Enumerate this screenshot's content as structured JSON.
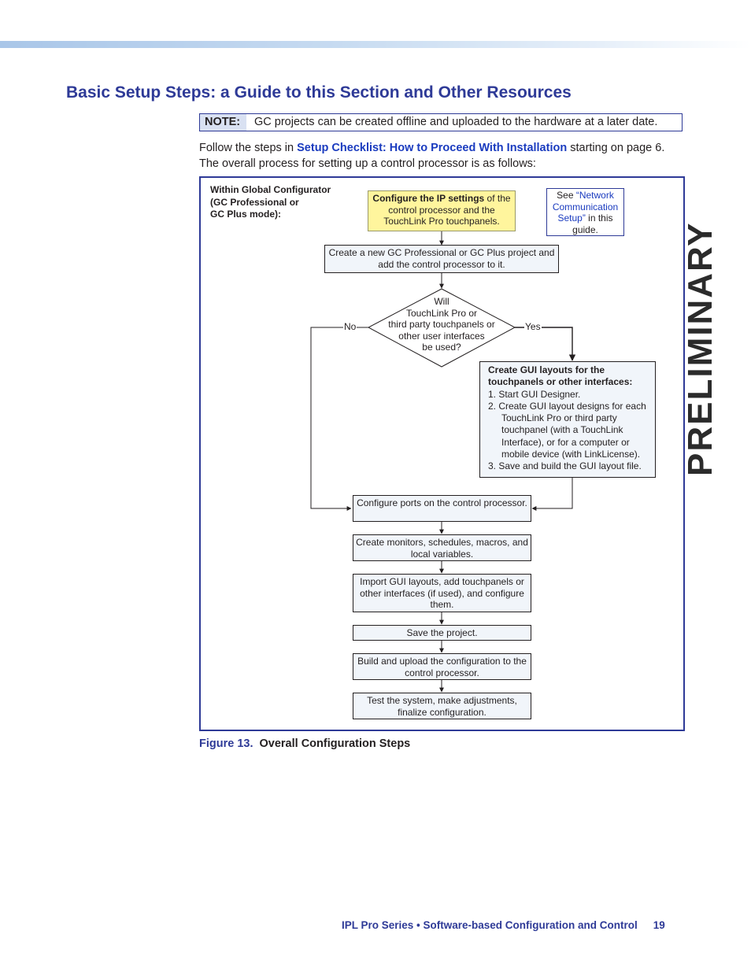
{
  "page": {
    "title": "Basic Setup Steps: a Guide to this Section and Other Resources",
    "note_label": "NOTE:",
    "note_text": "GC projects can be created offline and uploaded to the hardware at a later date.",
    "intro_pre": "Follow the steps in ",
    "intro_link": "Setup Checklist: How to Proceed With Installation",
    "intro_post": " starting on page 6. The overall process for setting up a control processor is as follows:",
    "figure_number": "Figure 13.",
    "figure_caption": "Overall Configuration Steps",
    "footer_text": "IPL Pro Series • Software-based Configuration and Control",
    "page_number": "19",
    "watermark": "PRELIMINARY"
  },
  "flowchart": {
    "gc_label": [
      "Within Global Configurator",
      "(GC Professional or",
      "GC Plus mode):"
    ],
    "ip_settings_bold": "Configure the IP settings",
    "ip_settings_rest": " of the control processor and the TouchLink Pro touchpanels.",
    "see_pre": "See ",
    "see_link": "“Network Communication Setup”",
    "see_post": " in this guide.",
    "create_project": "Create a new GC Professional or GC Plus project and add the control processor to it.",
    "decision": [
      "Will",
      "TouchLink Pro or",
      "third party touchpanels or",
      "other user interfaces",
      "be used?"
    ],
    "no_label": "No",
    "yes_label": "Yes",
    "gui_heading": "Create GUI layouts for the touchpanels or other interfaces:",
    "gui_steps": [
      "1.  Start GUI Designer.",
      "2.  Create GUI layout designs for each TouchLink Pro or third party touchpanel (with a TouchLink Interface), or for a computer or mobile device (with LinkLicense).",
      "3.  Save and build the GUI layout file."
    ],
    "steps": [
      "Configure ports on the control processor.",
      "Create monitors, schedules, macros, and local variables.",
      "Import GUI layouts, add touchpanels or other interfaces (if used), and configure them.",
      "Save the project.",
      "Build and upload the configuration to the control processor.",
      "Test the system, make adjustments, finalize configuration."
    ]
  },
  "colors": {
    "accent": "#2e3a97",
    "link": "#1a3bbf",
    "highlight": "#fff59d",
    "box_fill": "#f1f5fa",
    "note_label_fill": "#d9e1f2"
  }
}
